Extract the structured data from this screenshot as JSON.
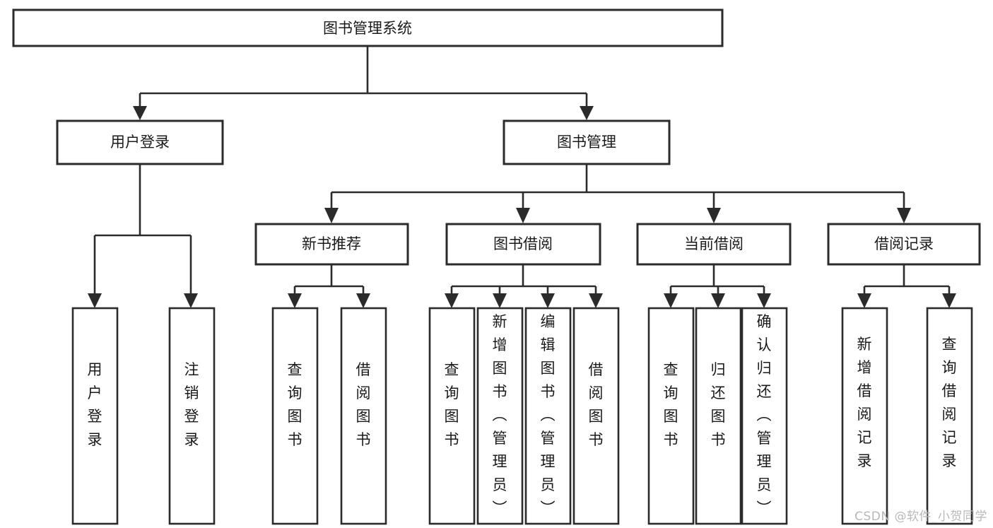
{
  "diagram": {
    "type": "hierarchy-tree",
    "title": "图书管理系统",
    "watermark": "CSDN @软件_小贺同学",
    "colors": {
      "box_stroke": "#2b2b2b",
      "box_fill": "#ffffff",
      "text": "#1a1a1a",
      "connector": "#2b2b2b",
      "watermark": "#b8b8b8",
      "background": "#ffffff"
    },
    "levels": [
      {
        "level": 1,
        "nodes": [
          {
            "id": "root",
            "label": "图书管理系统",
            "orientation": "horizontal"
          }
        ]
      },
      {
        "level": 2,
        "nodes": [
          {
            "id": "user-login",
            "label": "用户登录",
            "orientation": "horizontal",
            "parent": "root"
          },
          {
            "id": "book-manage",
            "label": "图书管理",
            "orientation": "horizontal",
            "parent": "root"
          }
        ]
      },
      {
        "level": 3,
        "nodes": [
          {
            "id": "new-book-rec",
            "label": "新书推荐",
            "orientation": "horizontal",
            "parent": "book-manage"
          },
          {
            "id": "book-borrow",
            "label": "图书借阅",
            "orientation": "horizontal",
            "parent": "book-manage"
          },
          {
            "id": "current-borrow",
            "label": "当前借阅",
            "orientation": "horizontal",
            "parent": "book-manage"
          },
          {
            "id": "borrow-record",
            "label": "借阅记录",
            "orientation": "horizontal",
            "parent": "book-manage"
          }
        ]
      },
      {
        "level": 4,
        "nodes": [
          {
            "id": "leaf-user-login",
            "label": "用户登录",
            "orientation": "vertical",
            "parent": "user-login"
          },
          {
            "id": "leaf-user-logout",
            "label": "注销登录",
            "orientation": "vertical",
            "parent": "user-login"
          },
          {
            "id": "leaf-query-book-1",
            "label": "查询图书",
            "orientation": "vertical",
            "parent": "new-book-rec"
          },
          {
            "id": "leaf-borrow-book-1",
            "label": "借阅图书",
            "orientation": "vertical",
            "parent": "new-book-rec"
          },
          {
            "id": "leaf-query-book-2",
            "label": "查询图书",
            "orientation": "vertical",
            "parent": "book-borrow"
          },
          {
            "id": "leaf-add-book",
            "label": "新增图书（管理员）",
            "orientation": "vertical",
            "parent": "book-borrow"
          },
          {
            "id": "leaf-edit-book",
            "label": "编辑图书（管理员）",
            "orientation": "vertical",
            "parent": "book-borrow"
          },
          {
            "id": "leaf-borrow-book-2",
            "label": "借阅图书",
            "orientation": "vertical",
            "parent": "book-borrow"
          },
          {
            "id": "leaf-query-book-3",
            "label": "查询图书",
            "orientation": "vertical",
            "parent": "current-borrow"
          },
          {
            "id": "leaf-return-book",
            "label": "归还图书",
            "orientation": "vertical",
            "parent": "current-borrow"
          },
          {
            "id": "leaf-confirm-return",
            "label": "确认归还（管理员）",
            "orientation": "vertical",
            "parent": "current-borrow"
          },
          {
            "id": "leaf-add-record",
            "label": "新增借阅记录",
            "orientation": "vertical",
            "parent": "borrow-record"
          },
          {
            "id": "leaf-query-record",
            "label": "查询借阅记录",
            "orientation": "vertical",
            "parent": "borrow-record"
          }
        ]
      }
    ],
    "labels": {
      "root": "图书管理系统",
      "user_login": "用户登录",
      "book_manage": "图书管理",
      "new_book_rec": "新书推荐",
      "book_borrow": "图书借阅",
      "current_borrow": "当前借阅",
      "borrow_record": "借阅记录",
      "leaf_user_login": "用户登录",
      "leaf_user_logout": "注销登录",
      "leaf_query_book_1": "查询图书",
      "leaf_borrow_book_1": "借阅图书",
      "leaf_query_book_2": "查询图书",
      "leaf_add_book": "新增图书（管理员）",
      "leaf_edit_book": "编辑图书（管理员）",
      "leaf_borrow_book_2": "借阅图书",
      "leaf_query_book_3": "查询图书",
      "leaf_return_book": "归还图书",
      "leaf_confirm_return": "确认归还（管理员）",
      "leaf_add_record": "新增借阅记录",
      "leaf_query_record": "查询借阅记录"
    }
  }
}
